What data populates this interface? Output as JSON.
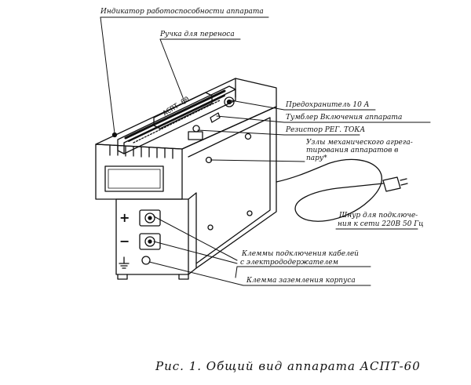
{
  "labels": {
    "indicator": "Индикатор работоспособности аппарата",
    "handle": "Ручка для переноса",
    "fuse": "Предохранитель 10 А",
    "toggle": "Тумблер Включения аппарата",
    "resistor": "Резистор РЕГ. ТОКА",
    "mechanism_line1": "Узлы механического агрега-",
    "mechanism_line2": "тирования аппаратов в",
    "mechanism_line3": "пару*",
    "cord_line1": "Шнур для подключе-",
    "cord_line2": "ния к сети 220В 50 Гц",
    "clamps_line1": "Клеммы подключения кабелей",
    "clamps_line2": "с электрододержателем",
    "ground": "Клемма заземления корпуса"
  },
  "panel_label": "АСПТ-60",
  "terminals": {
    "plus": "+",
    "minus": "−"
  },
  "caption": "Рис. 1.  Общий вид аппарата АСПТ-60"
}
